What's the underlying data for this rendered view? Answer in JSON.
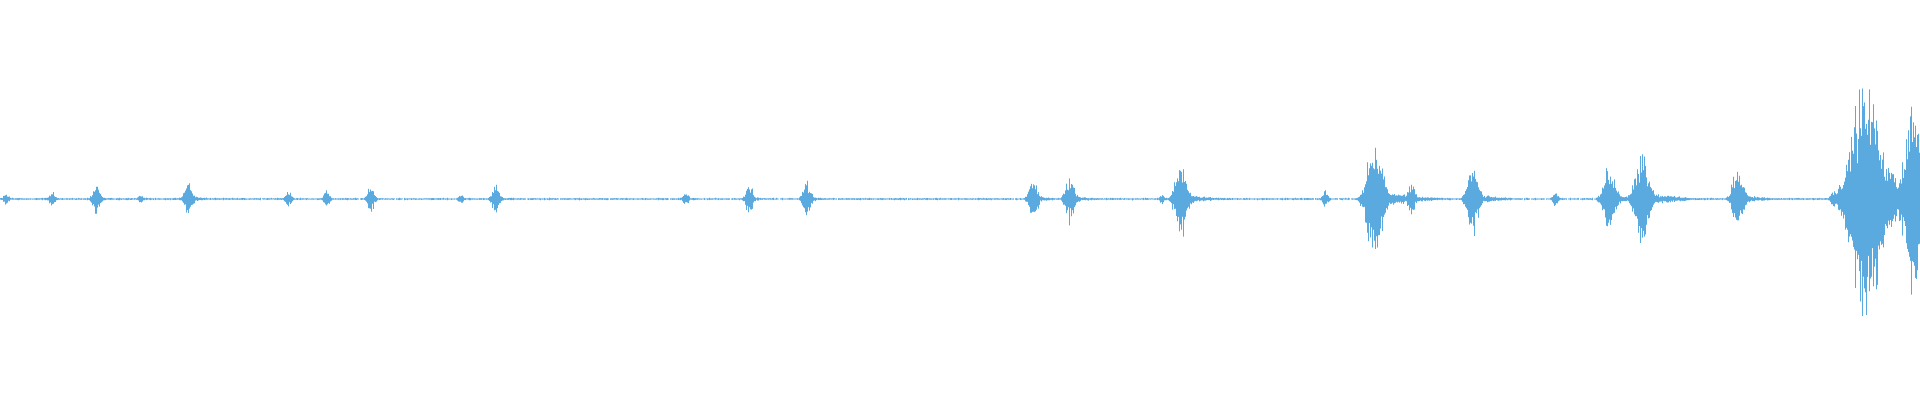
{
  "waveform": {
    "color": "#5aaae0",
    "background": "#ffffff",
    "duration_fraction_bursts": [
      {
        "t": 0.003,
        "amp": 0.04
      },
      {
        "t": 0.027,
        "amp": 0.05
      },
      {
        "t": 0.05,
        "amp": 0.09
      },
      {
        "t": 0.073,
        "amp": 0.03
      },
      {
        "t": 0.098,
        "amp": 0.11
      },
      {
        "t": 0.15,
        "amp": 0.05
      },
      {
        "t": 0.17,
        "amp": 0.05
      },
      {
        "t": 0.193,
        "amp": 0.08
      },
      {
        "t": 0.24,
        "amp": 0.03
      },
      {
        "t": 0.258,
        "amp": 0.09
      },
      {
        "t": 0.357,
        "amp": 0.04
      },
      {
        "t": 0.39,
        "amp": 0.09
      },
      {
        "t": 0.42,
        "amp": 0.11
      },
      {
        "t": 0.538,
        "amp": 0.13
      },
      {
        "t": 0.557,
        "amp": 0.14
      },
      {
        "t": 0.605,
        "amp": 0.03
      },
      {
        "t": 0.615,
        "amp": 0.23
      },
      {
        "t": 0.69,
        "amp": 0.05
      },
      {
        "t": 0.716,
        "amp": 0.36
      },
      {
        "t": 0.735,
        "amp": 0.09
      },
      {
        "t": 0.767,
        "amp": 0.21
      },
      {
        "t": 0.81,
        "amp": 0.05
      },
      {
        "t": 0.838,
        "amp": 0.22
      },
      {
        "t": 0.855,
        "amp": 0.3
      },
      {
        "t": 0.905,
        "amp": 0.2
      },
      {
        "t": 0.955,
        "amp": 0.06
      },
      {
        "t": 0.972,
        "amp": 0.76
      },
      {
        "t": 0.985,
        "amp": 0.2
      },
      {
        "t": 0.998,
        "amp": 0.58
      }
    ]
  }
}
